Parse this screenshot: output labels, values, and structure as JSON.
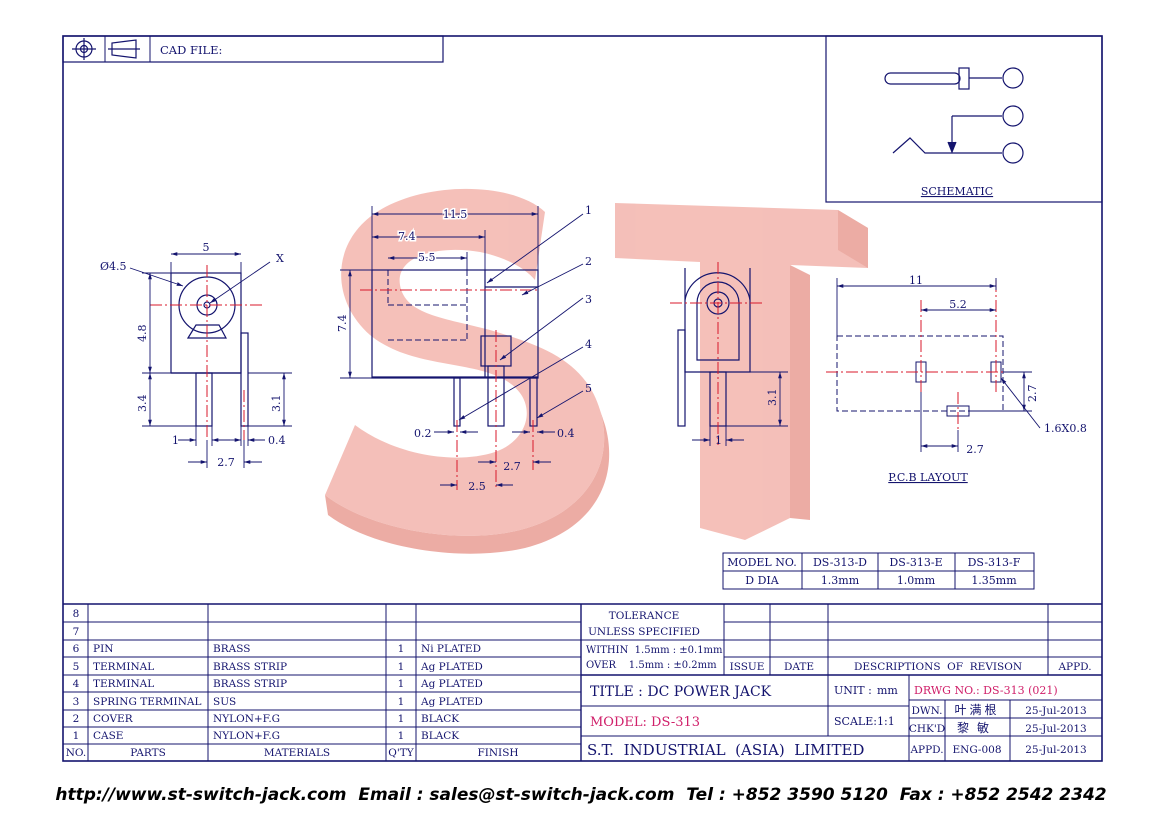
{
  "cad_file_label": "CAD FILE:",
  "schematic_label": "SCHEMATIC",
  "pcb_label": "P.C.B LAYOUT",
  "watermark": {
    "letter1": "S",
    "letter2": "T"
  },
  "dimensions": {
    "front": {
      "dia": "Ø4.5",
      "width": "5",
      "x": "X",
      "h1": "4.8",
      "h2": "3.4",
      "h3": "3.1",
      "pin": "1",
      "thick": "0.4",
      "pitch": "2.7"
    },
    "side": {
      "len": "11.5",
      "d1": "7.4",
      "d2": "5.5",
      "h": "7.4",
      "t1": "0.2",
      "t2": "0.4",
      "p1": "2.7",
      "p2": "2.5"
    },
    "back": {
      "h": "3.1",
      "pin": "1"
    },
    "pcb": {
      "w": "11",
      "d": "5.2",
      "v": "2.7",
      "h": "2.7",
      "slot": "1.6X0.8"
    },
    "callouts": [
      "1",
      "2",
      "3",
      "4",
      "5"
    ]
  },
  "model_table": {
    "header": [
      "MODEL NO.",
      "DS-313-D",
      "DS-313-E",
      "DS-313-F"
    ],
    "row": [
      "D DIA",
      "1.3mm",
      "1.0mm",
      "1.35mm"
    ]
  },
  "bom": {
    "headers": [
      "NO.",
      "PARTS",
      "MATERIALS",
      "Q'TY",
      "FINISH"
    ],
    "rows": [
      {
        "no": "8",
        "part": "",
        "material": "",
        "qty": "",
        "finish": ""
      },
      {
        "no": "7",
        "part": "",
        "material": "",
        "qty": "",
        "finish": ""
      },
      {
        "no": "6",
        "part": "PIN",
        "material": "BRASS",
        "qty": "1",
        "finish": "Ni PLATED"
      },
      {
        "no": "5",
        "part": "TERMINAL",
        "material": "BRASS STRIP",
        "qty": "1",
        "finish": "Ag PLATED"
      },
      {
        "no": "4",
        "part": "TERMINAL",
        "material": "BRASS STRIP",
        "qty": "1",
        "finish": "Ag PLATED"
      },
      {
        "no": "3",
        "part": "SPRING TERMINAL",
        "material": "SUS",
        "qty": "1",
        "finish": "Ag PLATED"
      },
      {
        "no": "2",
        "part": "COVER",
        "material": "NYLON+F.G",
        "qty": "1",
        "finish": "BLACK"
      },
      {
        "no": "1",
        "part": "CASE",
        "material": "NYLON+F.G",
        "qty": "1",
        "finish": "BLACK"
      }
    ]
  },
  "tolerance": {
    "title1": "TOLERANCE",
    "title2": "UNLESS   SPECIFIED",
    "line1": "WITHIN  1.5mm : ±0.1mm",
    "line2": "OVER    1.5mm : ±0.2mm"
  },
  "revision": {
    "issue": "ISSUE",
    "date": "DATE",
    "desc": "DESCRIPTIONS  OF  REVISON",
    "appd": "APPD."
  },
  "title_block": {
    "title": "TITLE : DC POWER JACK",
    "unit_label": "UNIT :",
    "unit_value": "mm",
    "drwg": "DRWG NO.: DS-313 (021)",
    "model": "MODEL: DS-313",
    "scale_label": "SCALE:",
    "scale_value": "1:1",
    "company": "S.T.  INDUSTRIAL  (ASIA)  LIMITED",
    "dwn_label": "DWN.",
    "dwn_name": "叶满根",
    "dwn_date": "25-Jul-2013",
    "chkd_label": "CHK'D",
    "chkd_name": "黎敏",
    "chkd_date": "25-Jul-2013",
    "appd_label": "APPD.",
    "appd_name": "ENG-008",
    "appd_date": "25-Jul-2013"
  },
  "footer": "http://www.st-switch-jack.com  Email : sales@st-switch-jack.com  Tel : +852 3590 5120  Fax : +852 2542 2342",
  "colors": {
    "line": "#14146e",
    "center": "#d8192b",
    "watermark": "#f3b5ad",
    "accent": "#d0206a"
  }
}
